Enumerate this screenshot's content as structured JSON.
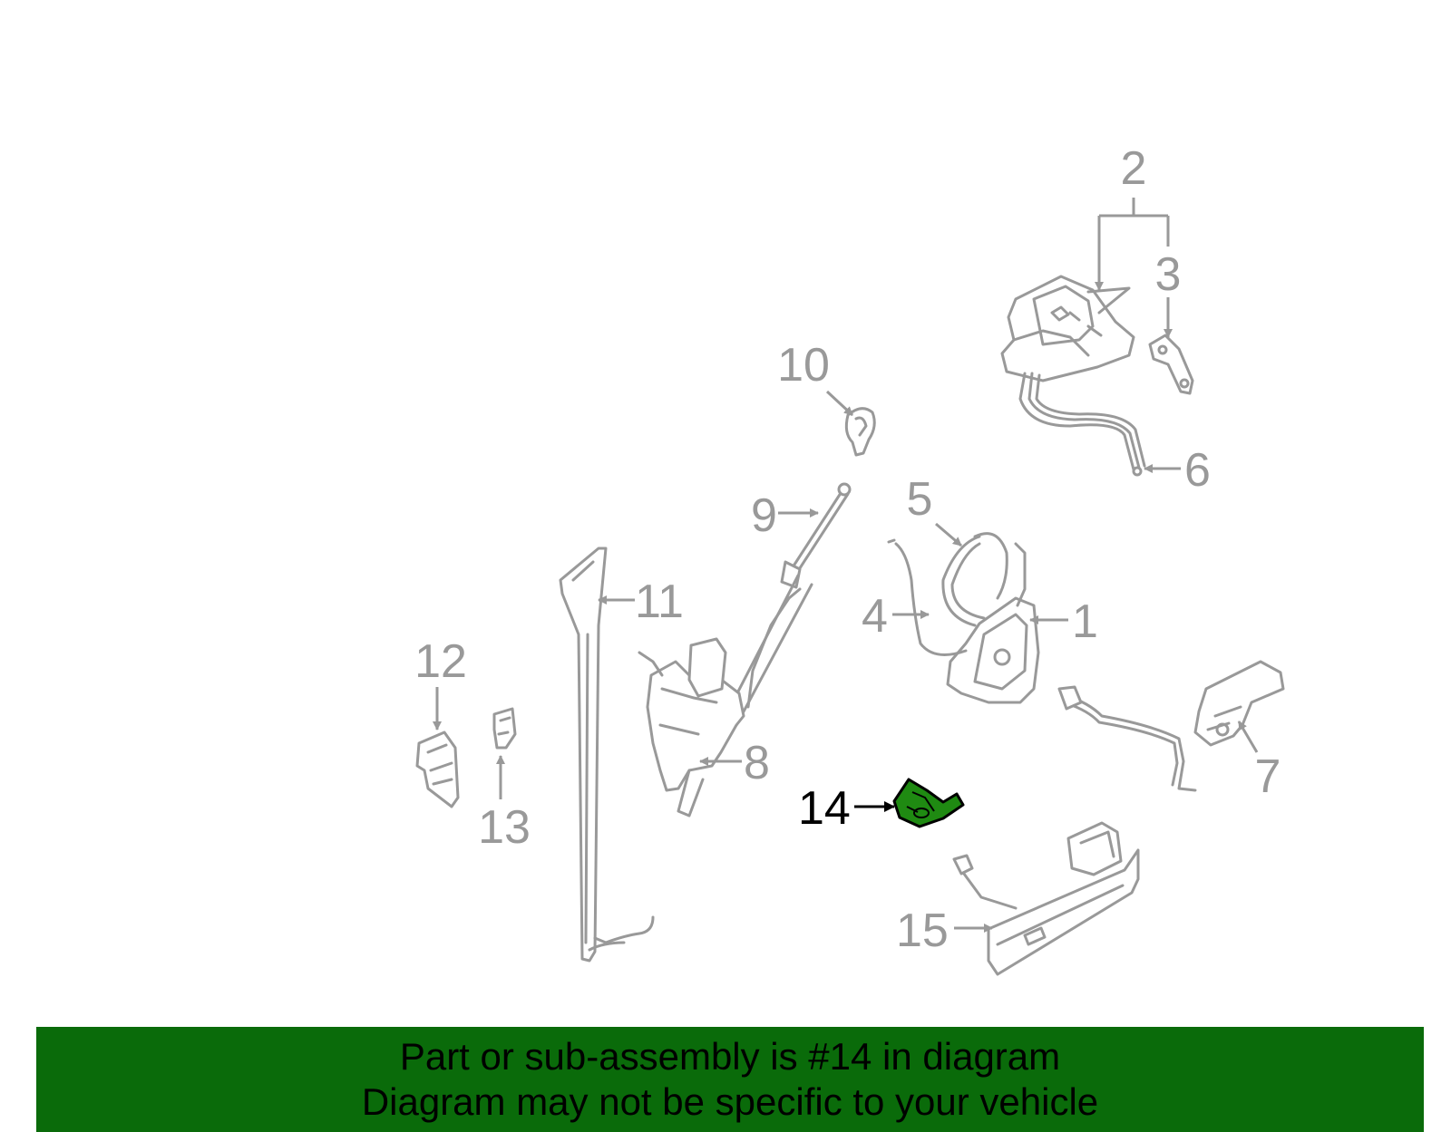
{
  "colors": {
    "banner_bg": "#0a6b0a",
    "highlight_part": "#1f8a12",
    "parts_stroke": "#999999",
    "callout_text": "#999999",
    "highlight_text": "#000000"
  },
  "diagram": {
    "highlighted_part": "14",
    "callouts": [
      {
        "id": "c1",
        "label": "1"
      },
      {
        "id": "c2",
        "label": "2"
      },
      {
        "id": "c3",
        "label": "3"
      },
      {
        "id": "c4",
        "label": "4"
      },
      {
        "id": "c5",
        "label": "5"
      },
      {
        "id": "c6",
        "label": "6"
      },
      {
        "id": "c7",
        "label": "7"
      },
      {
        "id": "c8",
        "label": "8"
      },
      {
        "id": "c9",
        "label": "9"
      },
      {
        "id": "c10",
        "label": "10"
      },
      {
        "id": "c11",
        "label": "11"
      },
      {
        "id": "c12",
        "label": "12"
      },
      {
        "id": "c13",
        "label": "13"
      },
      {
        "id": "c14",
        "label": "14"
      },
      {
        "id": "c15",
        "label": "15"
      }
    ]
  },
  "banner": {
    "line1": "Part or sub-assembly is #14 in diagram",
    "line2": "Diagram may not be specific to your vehicle"
  }
}
